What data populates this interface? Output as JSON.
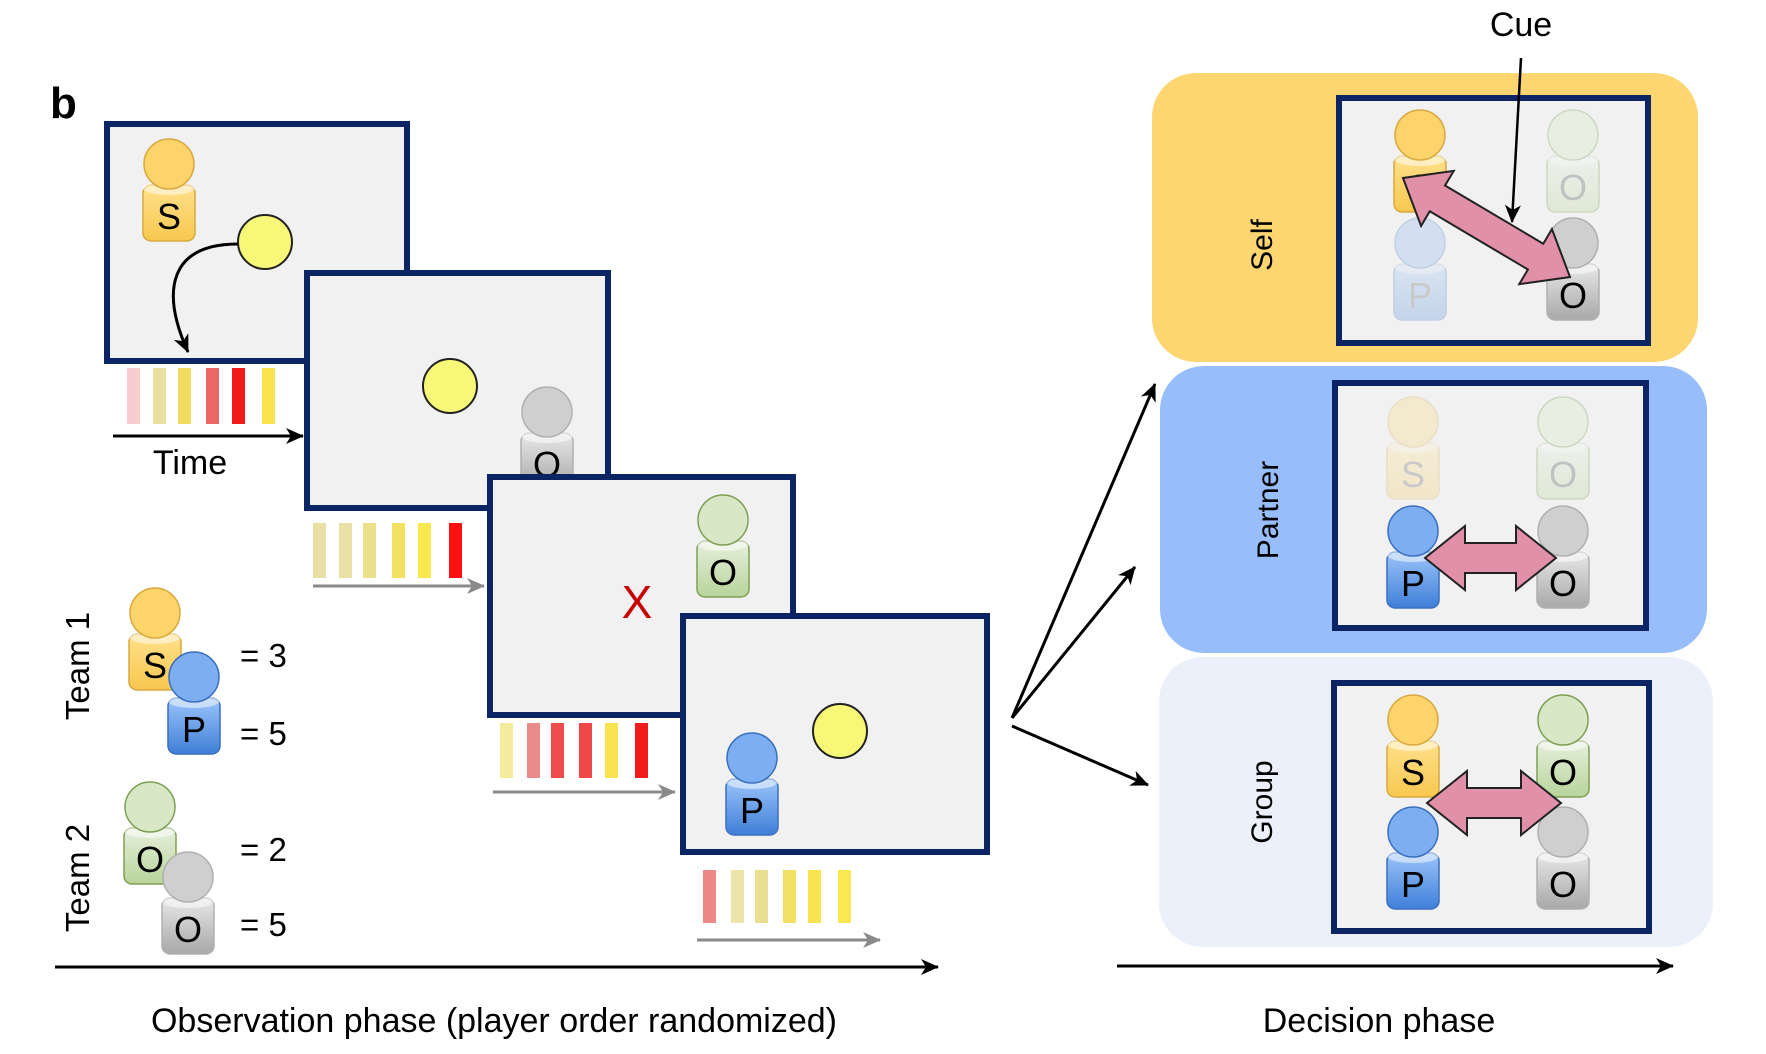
{
  "panel_label": "b",
  "observation": {
    "axis_label": "Observation phase (player order randomized)",
    "time_label": "Time",
    "frames": [
      {
        "player": "S",
        "player_color": "self",
        "event": "ball",
        "bars": [
          "#f7cdd0",
          "#e8e0a0",
          "#f0dc60",
          "#ec6868",
          "#f01c1c",
          "#f8e44c"
        ]
      },
      {
        "player": "O",
        "player_color": "gray",
        "event": "ball",
        "bars": [
          "#e8e0a4",
          "#e8e0a4",
          "#ece08c",
          "#f4e060",
          "#f8e850",
          "#ff1010"
        ]
      },
      {
        "player": "O",
        "player_color": "green",
        "event": "miss",
        "event_mark": "X",
        "bars": [
          "#f2ec9c",
          "#ea8a8a",
          "#ec4c4c",
          "#ee4848",
          "#f8e450",
          "#f01c1c"
        ]
      },
      {
        "player": "P",
        "player_color": "partner",
        "event": "ball",
        "bars": [
          "#ec8888",
          "#ece4a8",
          "#e8e090",
          "#f2e064",
          "#f8e450",
          "#fae850"
        ]
      }
    ]
  },
  "teams": [
    {
      "label": "Team 1",
      "members": [
        {
          "letter": "S",
          "color": "self",
          "value": "= 3"
        },
        {
          "letter": "P",
          "color": "partner",
          "value": "= 5"
        }
      ]
    },
    {
      "label": "Team 2",
      "members": [
        {
          "letter": "O",
          "color": "green",
          "value": "= 2"
        },
        {
          "letter": "O",
          "color": "gray",
          "value": "= 5"
        }
      ]
    }
  ],
  "decision": {
    "axis_label": "Decision phase",
    "cue_label": "Cue",
    "panels": [
      {
        "label": "Self",
        "bg": "#fdd671",
        "arrow": "S ↔ O (diagonal)"
      },
      {
        "label": "Partner",
        "bg": "#98bdfb",
        "arrow": "P ↔ O"
      },
      {
        "label": "Group",
        "bg": "#ebf0fa",
        "arrow": "Team 1 ↔ Team 2"
      }
    ]
  },
  "colors": {
    "self": "#fcd46a",
    "partner": "#5e95e6",
    "green": "#c4dba8",
    "gray": "#c9c9c9",
    "frame_border": "#0b2463",
    "cue_arrow": "#e090a8",
    "miss": "#c80000"
  }
}
